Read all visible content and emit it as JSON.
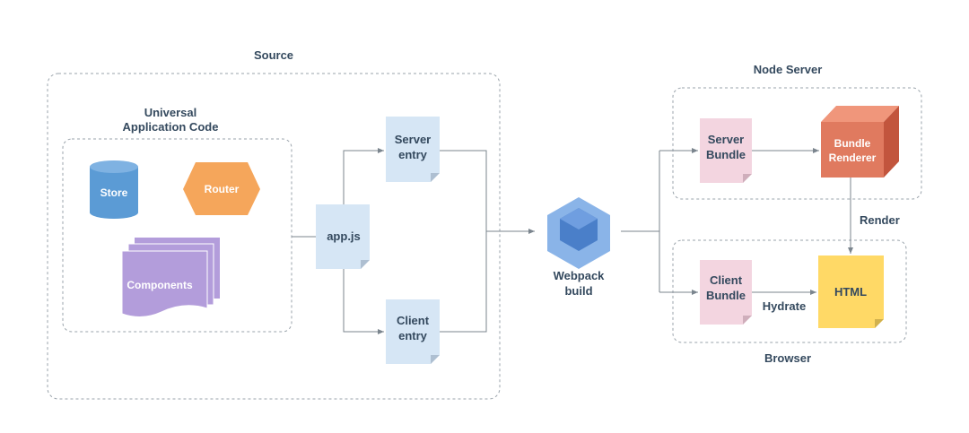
{
  "groups": {
    "source": "Source",
    "universal_line1": "Universal",
    "universal_line2": "Application Code",
    "node_server": "Node Server",
    "browser": "Browser"
  },
  "nodes": {
    "store": "Store",
    "router": "Router",
    "components": "Components",
    "app_js": "app.js",
    "server_entry_line1": "Server",
    "server_entry_line2": "entry",
    "client_entry_line1": "Client",
    "client_entry_line2": "entry",
    "webpack_line1": "Webpack",
    "webpack_line2": "build",
    "server_bundle_line1": "Server",
    "server_bundle_line2": "Bundle",
    "bundle_renderer_line1": "Bundle",
    "bundle_renderer_line2": "Renderer",
    "client_bundle_line1": "Client",
    "client_bundle_line2": "Bundle",
    "html": "HTML"
  },
  "edges": {
    "render": "Render",
    "hydrate": "Hydrate"
  },
  "colors": {
    "store": "#5b9bd5",
    "router": "#f5a65b",
    "components": "#b39ddb",
    "doc_blue": "#d6e6f5",
    "doc_pink": "#f3d5e0",
    "renderer": "#e07a5f",
    "html": "#ffd966",
    "webpack": "#5b8fd6"
  }
}
